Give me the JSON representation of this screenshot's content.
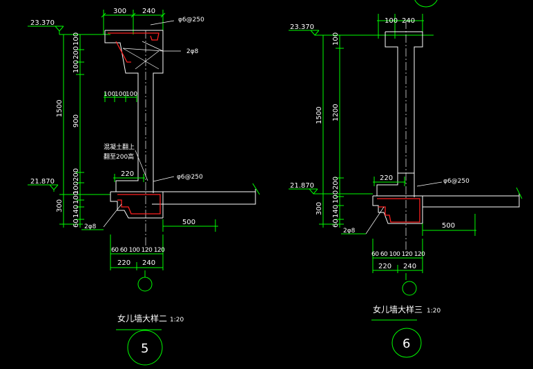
{
  "colors": {
    "background": "#000000",
    "dimension_line": "#00ff00",
    "outline": "#ffffff",
    "rebar": "#ff2020",
    "text": "#ffffff"
  },
  "detail_5": {
    "top_dims": [
      "300",
      "240"
    ],
    "elev_top": "23.370",
    "elev_bottom": "21.870",
    "left_dims_outer": [
      "1500",
      "300"
    ],
    "left_dims_inner": [
      "100",
      "200",
      "100",
      "900",
      "200",
      "100",
      "100",
      "140",
      "60"
    ],
    "mid_dims": [
      "100",
      "100",
      "100"
    ],
    "rebar_top": "φ6@250",
    "rebar_bar": "2φ8",
    "note_line1": "混凝土翻上",
    "note_line2": "翻至200高",
    "dim_220_top": "220",
    "rebar_mid": "φ6@250",
    "slab_dim": "500",
    "bar_label": "2φ8",
    "bottom_dims_1": "60 60 100 120 120",
    "bottom_dims_2": [
      "220",
      "240"
    ],
    "title": "女儿墙大样二",
    "scale": "1:20",
    "index": "5"
  },
  "detail_6": {
    "top_dims": [
      "100",
      "240"
    ],
    "elev_top": "23.370",
    "elev_bottom": "21.870",
    "left_dims_outer": [
      "1500",
      "300"
    ],
    "left_dims_inner": [
      "100",
      "1200",
      "200",
      "100",
      "140",
      "60"
    ],
    "dim_220_top": "220",
    "rebar_mid": "φ6@250",
    "slab_dim": "500",
    "bar_label": "2φ8",
    "bottom_dims_1": "60 60 100 120 120",
    "bottom_dims_2": [
      "220",
      "240"
    ],
    "title": "女儿墙大样三",
    "scale": "1:20",
    "index": "6"
  }
}
